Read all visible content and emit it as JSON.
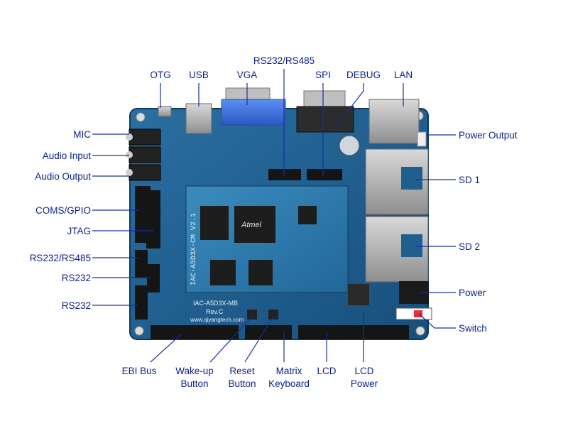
{
  "board": {
    "module_silk": "IAC-A5D3X-CM V2.1",
    "mb_silk": "IAC-A5D3X-MB",
    "rev_silk": "Rev.C",
    "url_silk": "www.qiyangtech.com",
    "cpu_brand": "Atmel"
  },
  "labels": {
    "otg": "OTG",
    "usb": "USB",
    "vga": "VGA",
    "rs232_485_top": "RS232/RS485",
    "spi": "SPI",
    "debug": "DEBUG",
    "lan": "LAN",
    "mic": "MIC",
    "audio_input": "Audio Input",
    "audio_output": "Audio Output",
    "coms_gpio": "COMS/GPIO",
    "jtag": "JTAG",
    "rs232_485_left": "RS232/RS485",
    "rs232_a": "RS232",
    "rs232_b": "RS232",
    "power_output": "Power Output",
    "sd1": "SD 1",
    "sd2": "SD 2",
    "power": "Power",
    "switch": "Switch",
    "ebi_bus": "EBI Bus",
    "wakeup_1": "Wake-up",
    "wakeup_2": "Button",
    "reset_1": "Reset",
    "reset_2": "Button",
    "matrix_1": "Matrix",
    "matrix_2": "Keyboard",
    "lcd": "LCD",
    "lcd_power_1": "LCD",
    "lcd_power_2": "Power"
  },
  "colors": {
    "label": "#0b1f8a",
    "leader": "#1a2d9e",
    "pcb": "#1f5f8f",
    "pcb_dark": "#164a73",
    "module": "#2f7fae"
  }
}
